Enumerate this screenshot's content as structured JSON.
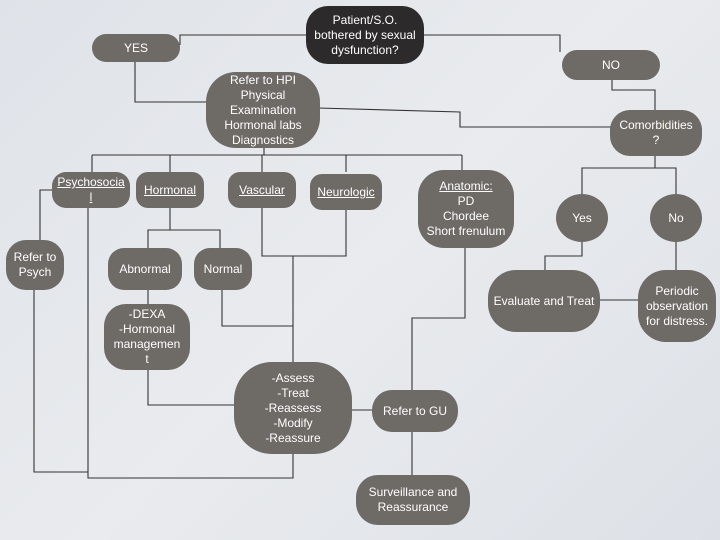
{
  "flowchart": {
    "nodes": {
      "root": "Patient/S.O.\nbothered by sexual\ndysfunction?",
      "yes": "YES",
      "no": "NO",
      "refer_hpi": "Refer to HPI\nPhysical Examination\nHormonal labs\nDiagnostics",
      "comorbidities": "Comorbidities\n?",
      "psychosocial": "Psychosocia\nl",
      "hormonal": "Hormonal",
      "vascular": "Vascular",
      "neurologic": "Neurologic",
      "anatomic_title": "Anatomic:",
      "anatomic_body": "PD\nChordee\nShort frenulum",
      "yes2": "Yes",
      "no2": "No",
      "refer_psych": "Refer to\nPsych",
      "abnormal": "Abnormal",
      "normal": "Normal",
      "dexa": "-DEXA\n-Hormonal\nmanagemen\nt",
      "evaluate_treat": "Evaluate and Treat",
      "periodic": "Periodic\nobservation\nfor distress.",
      "assess": "-Assess\n-Treat\n-Reassess\n-Modify\n-Reassure",
      "refer_gu": "Refer to GU",
      "surveillance": "Surveillance and\nReassurance"
    }
  }
}
